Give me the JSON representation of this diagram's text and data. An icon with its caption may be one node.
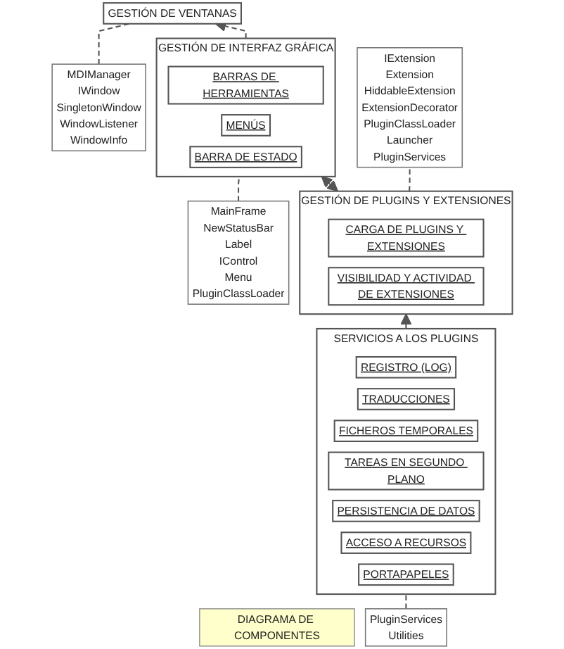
{
  "diagram": {
    "nodes": [
      {
        "text": [
          "DIAGRAMA DE COMPONENTES"
        ]
      },
      {
        "text": [
          "GESTIÓN DE VENTANAS"
        ]
      },
      {
        "text": [
          "MDIManager",
          "IWindow",
          "SingletonWindow",
          "WindowListener",
          "WindowInfo"
        ]
      },
      {
        "text": [
          "GESTIÓN DE INTERFAZ GRÁFICA"
        ]
      },
      {
        "text": [
          "BARRAS DE HERRAMIENTAS"
        ],
        "in": 3
      },
      {
        "text": [
          "MENÚS"
        ],
        "in": 3
      },
      {
        "text": [
          "BARRA DE ESTADO"
        ],
        "in": 3
      },
      {
        "text": [
          "MainFrame",
          "NewStatusBar",
          "Label",
          "IControl",
          "Menu",
          "PluginClassLoader"
        ]
      },
      {
        "text": [
          "GESTIÓN DE PLUGINS Y EXTENSIONES"
        ]
      },
      {
        "text": [
          "CARGA DE PLUGINS Y EXTENSIONES"
        ],
        "in": 8
      },
      {
        "text": [
          "VISIBILIDAD Y ACTIVIDAD DE EXTENSIONES"
        ],
        "in": 8
      },
      {
        "text": [
          "IExtension",
          "Extension",
          "HiddableExtension",
          "ExtensionDecorator",
          "PluginClassLoader",
          "Launcher",
          "PluginServices"
        ]
      },
      {
        "text": [
          "PluginServices",
          "Utilities"
        ]
      },
      {
        "text": [
          "SERVICIOS A LOS PLUGINS"
        ]
      },
      {
        "text": [
          "REGISTRO (LOG)"
        ],
        "in": 13
      },
      {
        "text": [
          "TRADUCCIONES"
        ],
        "in": 13
      },
      {
        "text": [
          "FICHEROS TEMPORALES"
        ],
        "in": 13
      },
      {
        "text": [
          "TAREAS EN SEGUNDO PLANO"
        ],
        "in": 13
      },
      {
        "text": [
          "PERSISTENCIA DE DATOS"
        ],
        "in": 13
      },
      {
        "text": [
          "ACCESO A RECURSOS"
        ],
        "in": 13
      },
      {
        "text": [
          "PORTAPAPELES"
        ],
        "in": 13
      }
    ],
    "edges": [
      {
        "from": 2,
        "to": 1,
        "arrow": "none",
        "style": "dashed"
      },
      {
        "from": 3,
        "to": 1,
        "arrow": "to",
        "style": "dashed"
      },
      {
        "from": 7,
        "to": 3,
        "arrow": "none",
        "style": "dashed"
      },
      {
        "from": 8,
        "to": 3,
        "arrow": "both",
        "style": "dashed"
      },
      {
        "from": 8,
        "to": 11,
        "arrow": "none",
        "style": "dashed"
      },
      {
        "from": 13,
        "to": 8,
        "arrow": "to",
        "style": "dashed"
      },
      {
        "from": 12,
        "to": 13,
        "arrow": "none",
        "style": "dashed"
      }
    ]
  }
}
